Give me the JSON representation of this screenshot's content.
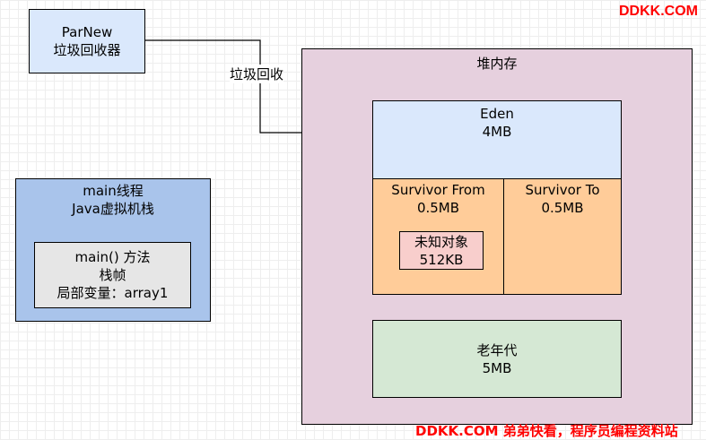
{
  "watermark_top": "DDKK.COM",
  "watermark_bottom": "DDKK.COM 弟弟快看，程序员编程资料站",
  "parnew": {
    "line1": "ParNew",
    "line2": "垃圾回收器"
  },
  "edge_label": "垃圾回收",
  "heap": {
    "title": "堆内存"
  },
  "eden": {
    "line1": "Eden",
    "line2": "4MB"
  },
  "survivor_from": {
    "line1": "Survivor From",
    "line2": "0.5MB"
  },
  "survivor_to": {
    "line1": "Survivor To",
    "line2": "0.5MB"
  },
  "unknown_object": {
    "line1": "未知对象",
    "line2": "512KB"
  },
  "old_gen": {
    "line1": "老年代",
    "line2": "5MB"
  },
  "main_thread": {
    "line1": "main线程",
    "line2": "Java虚拟机栈",
    "frame": {
      "line1": "main() 方法",
      "line2": "栈帧",
      "line3": "局部变量：array1"
    }
  },
  "colors": {
    "parnew_fill": "#dae8fc",
    "heap_fill": "#e6d0de",
    "eden_fill": "#dae8fc",
    "survivor_fill": "#ffcc99",
    "unknown_fill": "#f8cecc",
    "old_fill": "#d5e8d4",
    "thread_fill": "#a9c4eb",
    "frame_fill": "#e6e6e6",
    "watermark": "#ff0000"
  }
}
